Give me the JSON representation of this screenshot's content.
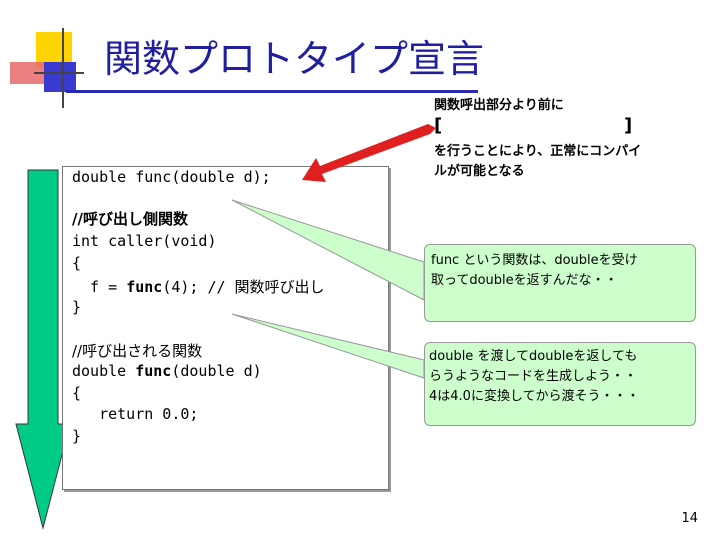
{
  "title": "関数プロトタイプ宣言",
  "code": {
    "prototype": "double func(double d);",
    "caller_comment": "//呼び出し側関数",
    "caller_sig": "int caller(void)",
    "open1": "{",
    "call_prefix": "  f = ",
    "call_func": "func",
    "call_suffix": "(4); // 関数呼び出し",
    "close1": "}",
    "callee_comment": "//呼び出される関数",
    "callee_prefix": "double ",
    "callee_func": "func",
    "callee_suffix": "(double d)",
    "open2": "{",
    "return_line": "   return 0.0;",
    "close2": "}"
  },
  "notes": {
    "top_line1": "関数呼出部分より前に",
    "top_bracket_open": "[",
    "top_bracket_close": "]",
    "top_line3": "を行うことにより、正常にコンパイ",
    "top_line4": "ルが可能となる",
    "bubble1_line1": "func という関数は、doubleを受け",
    "bubble1_line2": "取ってdoubleを返すんだな・・",
    "bubble2_line1": "double を渡してdoubleを返しても",
    "bubble2_line2": "らうようなコードを生成しよう・・",
    "bubble2_line3": "4は4.0に変換してから渡そう・・・"
  },
  "page_number": "14",
  "colors": {
    "title": "#1f1fa0",
    "accent_yellow": "#ffd400",
    "accent_red": "#e03030",
    "accent_blue": "#3030c0",
    "flow_arrow": "#00cc88",
    "bubble": "#ccffcc",
    "pointer_arrow": "#e02020"
  }
}
